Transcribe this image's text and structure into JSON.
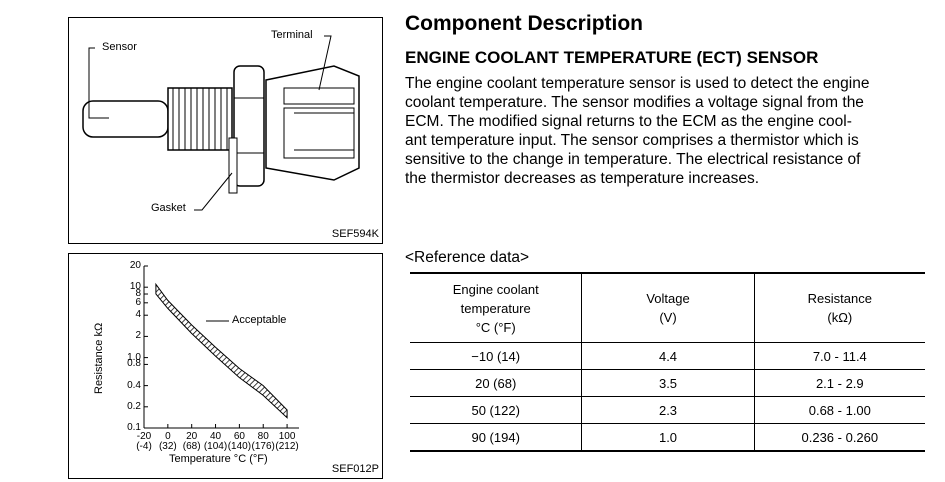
{
  "figure1": {
    "labels": {
      "sensor": "Sensor",
      "terminal": "Terminal",
      "gasket": "Gasket"
    },
    "code": "SEF594K"
  },
  "figure2": {
    "code": "SEF012P",
    "annotation": "Acceptable"
  },
  "chart_data": {
    "type": "area",
    "title": "",
    "xlabel": "Temperature °C (°F)",
    "ylabel": "Resistance kΩ",
    "scale_y": "log",
    "xlim": [
      -20,
      110
    ],
    "ylim": [
      0.1,
      20
    ],
    "x_ticks": [
      "-20",
      "0",
      "20",
      "40",
      "60",
      "80",
      "100"
    ],
    "x_ticks_f": [
      "(-4)",
      "(32)",
      "(68)",
      "(104)",
      "(140)",
      "(176)",
      "(212)"
    ],
    "y_ticks": [
      "20",
      "10",
      "8",
      "6",
      "4",
      "2",
      "1.0",
      "0.8",
      "0.4",
      "0.2",
      "0.1"
    ],
    "series": [
      {
        "name": "Acceptable",
        "x": [
          -10,
          0,
          20,
          40,
          60,
          80,
          100
        ],
        "upper": [
          11,
          6.5,
          2.9,
          1.4,
          0.7,
          0.4,
          0.18
        ],
        "lower": [
          8,
          5.0,
          2.2,
          1.05,
          0.52,
          0.29,
          0.14
        ]
      }
    ]
  },
  "title": "Component Description",
  "subtitle": "ENGINE COOLANT TEMPERATURE (ECT) SENSOR",
  "desc_lines": [
    "The engine coolant temperature sensor is used to detect the engine",
    "coolant temperature. The sensor modifies a voltage signal from the",
    "ECM. The modified signal returns to the ECM as the engine cool-",
    "ant temperature input. The sensor comprises a thermistor which is",
    "sensitive to the change in temperature. The electrical resistance of",
    "the thermistor decreases as temperature increases."
  ],
  "reference_header": "<Reference data>",
  "table": {
    "headers": [
      [
        "Engine coolant",
        "temperature",
        "°C (°F)"
      ],
      [
        "Voltage",
        "(V)"
      ],
      [
        "Resistance",
        "(kΩ)"
      ]
    ],
    "rows": [
      [
        "−10 (14)",
        "4.4",
        "7.0 - 11.4"
      ],
      [
        "20 (68)",
        "3.5",
        "2.1 - 2.9"
      ],
      [
        "50 (122)",
        "2.3",
        "0.68 - 1.00"
      ],
      [
        "90 (194)",
        "1.0",
        "0.236 - 0.260"
      ]
    ]
  }
}
